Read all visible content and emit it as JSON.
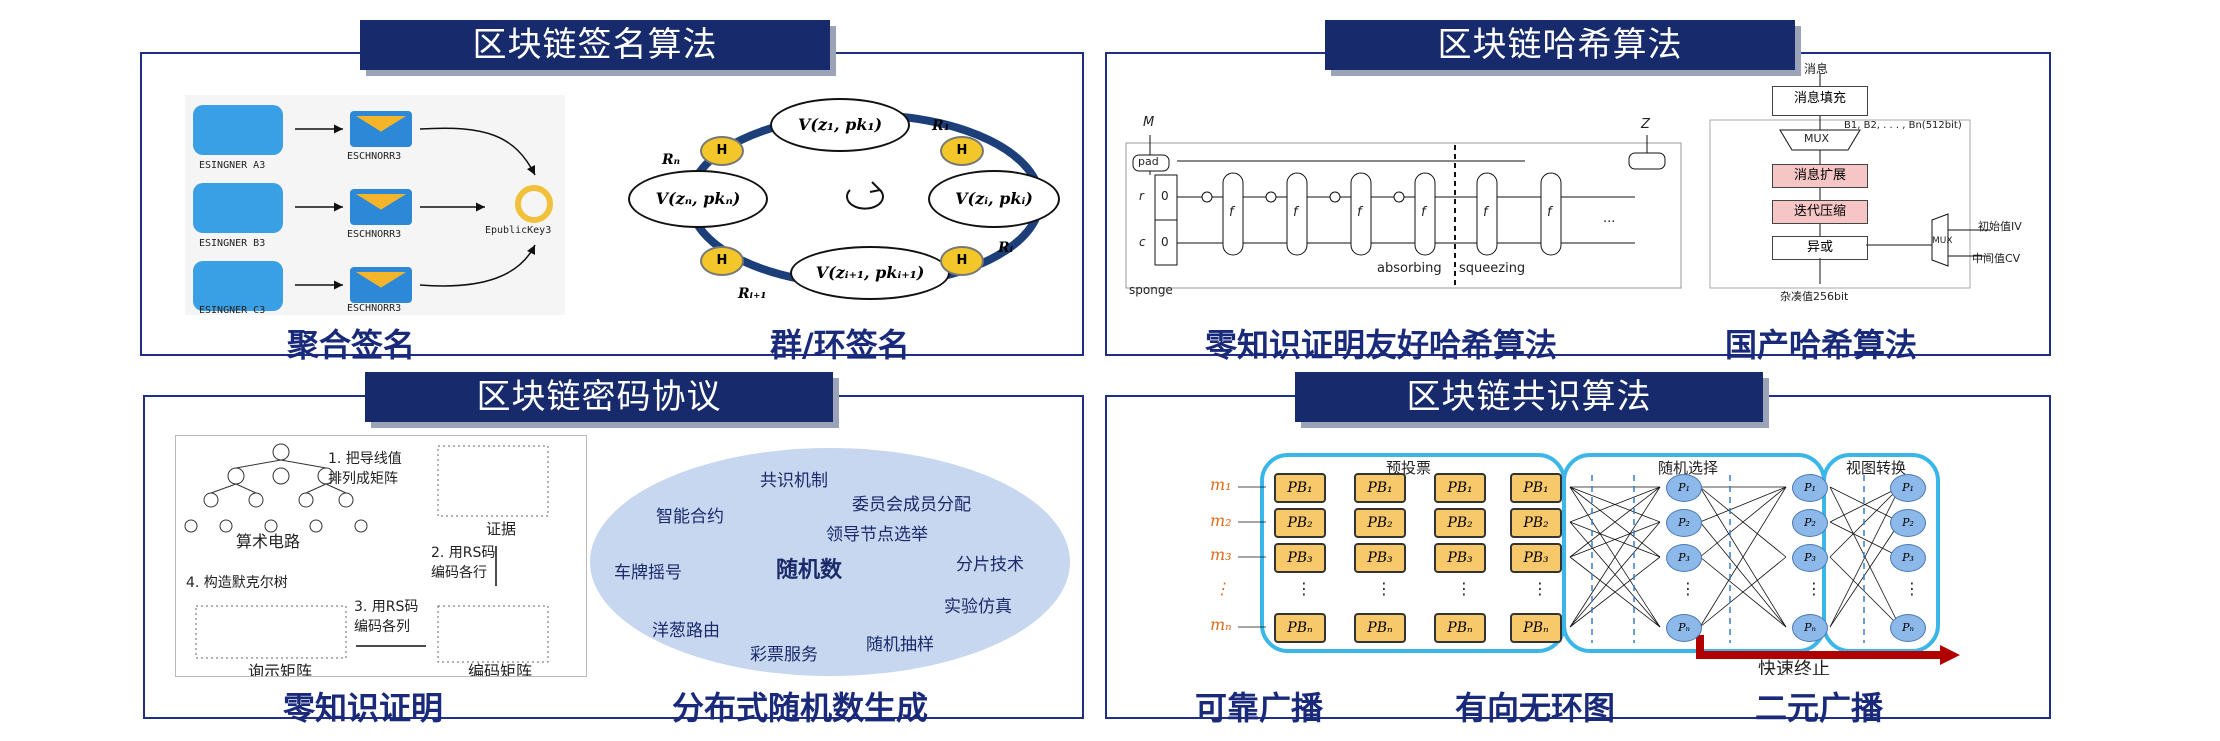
{
  "sections": {
    "signature": {
      "title": "区块链签名算法",
      "captions": [
        "聚合签名",
        "群/环签名"
      ],
      "signers": [
        "ESINGNER A3",
        "ESINGNER B3",
        "ESINGNER C3"
      ],
      "schnorr": [
        "ESCHNORR3",
        "ESCHNORR3",
        "ESCHNORR3"
      ],
      "pubkey": "EpublicKey3",
      "ring_nodes": [
        "V(z₁, pk₁)",
        "V(zᵢ, pkᵢ)",
        "V(zᵢ₊₁, pkᵢ₊₁)",
        "V(zₙ, pkₙ)"
      ],
      "h_label": "H",
      "r_labels": [
        "R₁",
        "Rᵢ",
        "Rᵢ₊₁",
        "Rₙ"
      ]
    },
    "hash": {
      "title": "区块链哈希算法",
      "captions": [
        "零知识证明友好哈希算法",
        "国产哈希算法"
      ],
      "sponge": {
        "m": "M",
        "z": "Z",
        "pad": "pad",
        "f": "f",
        "r": "r",
        "c": "c",
        "zero": "0",
        "absorbing": "absorbing",
        "squeezing": "squeezing",
        "label": "sponge",
        "dots": "..."
      },
      "sm3": {
        "msg": "消息",
        "fill": "消息填充",
        "blocks": "B1, B2, . . . , Bn(512bit)",
        "mux": "MUX",
        "expand": "消息扩展",
        "compress": "迭代压缩",
        "xor": "异或",
        "iv": "初始值IV",
        "cv": "中间值CV",
        "out": "杂凑值256bit",
        "mux2": "MUX"
      }
    },
    "crypto": {
      "title": "区块链密码协议",
      "captions": [
        "零知识证明",
        "分布式随机数生成"
      ],
      "zk": {
        "step1": "1. 把导线值\n排列成矩阵",
        "circuit": "算术电路",
        "proof": "证据",
        "step2": "2. 用RS码\n编码各行",
        "step3": "3. 用RS码\n编码各列",
        "step4": "4. 构造默克尔树",
        "challenge": "询示矩阵",
        "encoded": "编码矩阵"
      },
      "random": {
        "center": "随机数",
        "items": [
          "共识机制",
          "委员会成员分配",
          "智能合约",
          "领导节点选举",
          "分片技术",
          "车牌摇号",
          "实验仿真",
          "洋葱路由",
          "随机抽样",
          "彩票服务"
        ]
      }
    },
    "consensus": {
      "title": "区块链共识算法",
      "captions": [
        "可靠广播",
        "有向无环图",
        "二元广播"
      ],
      "stages": [
        "预投票",
        "随机选择",
        "视图转换"
      ],
      "fast_stop": "快速终止",
      "m_labels": [
        "m₁",
        "m₂",
        "m₃",
        "⋮",
        "mₙ"
      ],
      "pb_rows": [
        "PB₁",
        "PB₂",
        "PB₃",
        "⋮",
        "PBₙ"
      ],
      "p_rows": [
        "P₁",
        "P₂",
        "P₃",
        "⋮",
        "Pₙ"
      ]
    }
  },
  "colors": {
    "navy": "#172a6b",
    "border": "#1f2f86",
    "caption": "#1a2a7a",
    "gold": "#f3c72a",
    "orange": "#e46a1a",
    "red": "#b10000"
  }
}
